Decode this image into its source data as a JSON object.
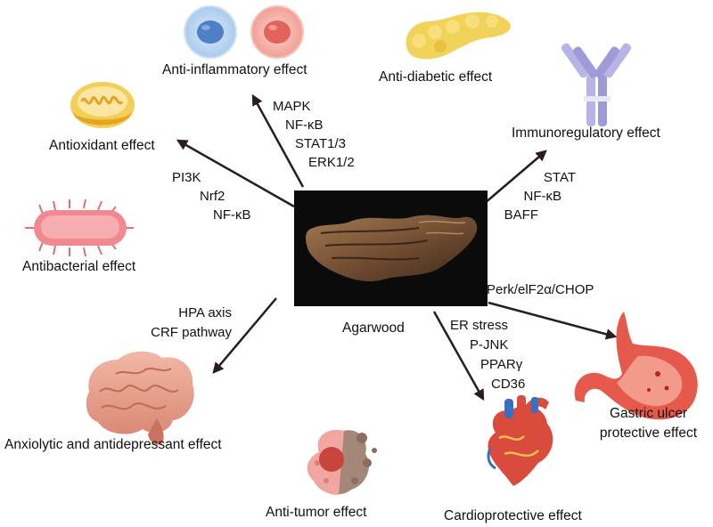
{
  "center": {
    "label": "Agarwood"
  },
  "effects": {
    "anti_inflammatory": "Anti-inflammatory effect",
    "anti_diabetic": "Anti-diabetic effect",
    "antioxidant": "Antioxidant effect",
    "immunoregulatory": "Immunoregulatory effect",
    "antibacterial": "Antibacterial effect",
    "anxiolytic": "Anxiolytic and antidepressant effect",
    "anti_tumor": "Anti-tumor effect",
    "cardioprotective": "Cardioprotective effect",
    "gastric_line1": "Gastric ulcer",
    "gastric_line2": "protective effect"
  },
  "pathways": {
    "inflammatory": [
      "MAPK",
      "NF-κB",
      "STAT1/3",
      "ERK1/2"
    ],
    "antioxidant": [
      "PI3K",
      "Nrf2",
      "NF-κB"
    ],
    "immuno": [
      "STAT",
      "NF-κB",
      "BAFF"
    ],
    "anxiolytic": [
      "HPA axis",
      "CRF pathway"
    ],
    "gastric": [
      "Perk/elF2α/CHOP"
    ],
    "cardio": [
      "ER stress",
      "P-JNK",
      "PPARγ",
      "CD36"
    ]
  },
  "colors": {
    "arrow": "#2a1e1c",
    "photo_bg": "#0b0b0b",
    "wood": "#7a5638"
  }
}
